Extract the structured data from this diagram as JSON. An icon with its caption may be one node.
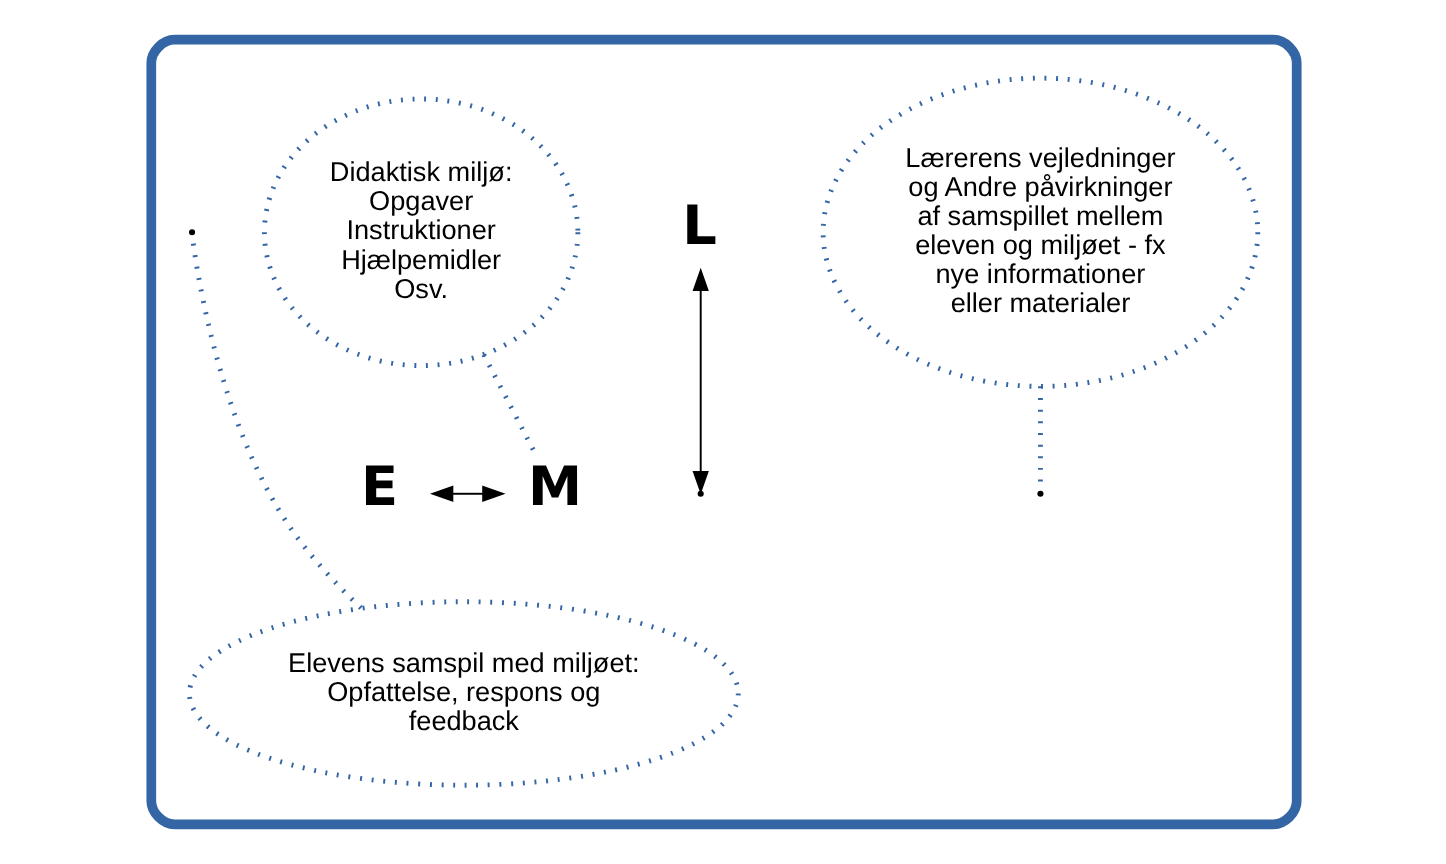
{
  "diagram": {
    "nodes": [
      {
        "text": [],
        "shape": "box"
      },
      {
        "text": [
          "Lærerens vejledninger og Andre påvirkninger af samspillet mellem eleven og miljøet - fx nye informationer eller materialer"
        ],
        "in": 0
      },
      {
        "text": [
          "L"
        ],
        "in": 0
      },
      {
        "text": [
          "Didaktisk miljø: Opgaver Instruktioner Hjælpemidler Osv."
        ],
        "in": 0
      },
      {
        "text": [
          "E"
        ],
        "in": 0
      },
      {
        "text": [
          "M"
        ],
        "in": 0
      },
      {
        "text": [
          "Elevens samspil med miljøet: Opfattelse, respons og feedback"
        ],
        "in": 0
      }
    ],
    "edges": [
      {
        "from": 2,
        "to": null,
        "arrow": "both",
        "color": "#000000"
      },
      {
        "from": 4,
        "to": 5,
        "arrow": "both",
        "color": "#000000"
      },
      {
        "from": 1,
        "to": null,
        "arrow": "none",
        "style": "dashed",
        "color": "#3465a4"
      },
      {
        "from": 3,
        "to": 5,
        "arrow": "none",
        "style": "dashed",
        "color": "#3465a4"
      },
      {
        "from": 6,
        "to": null,
        "arrow": "none",
        "style": "dashed",
        "color": "#3465a4"
      }
    ]
  }
}
